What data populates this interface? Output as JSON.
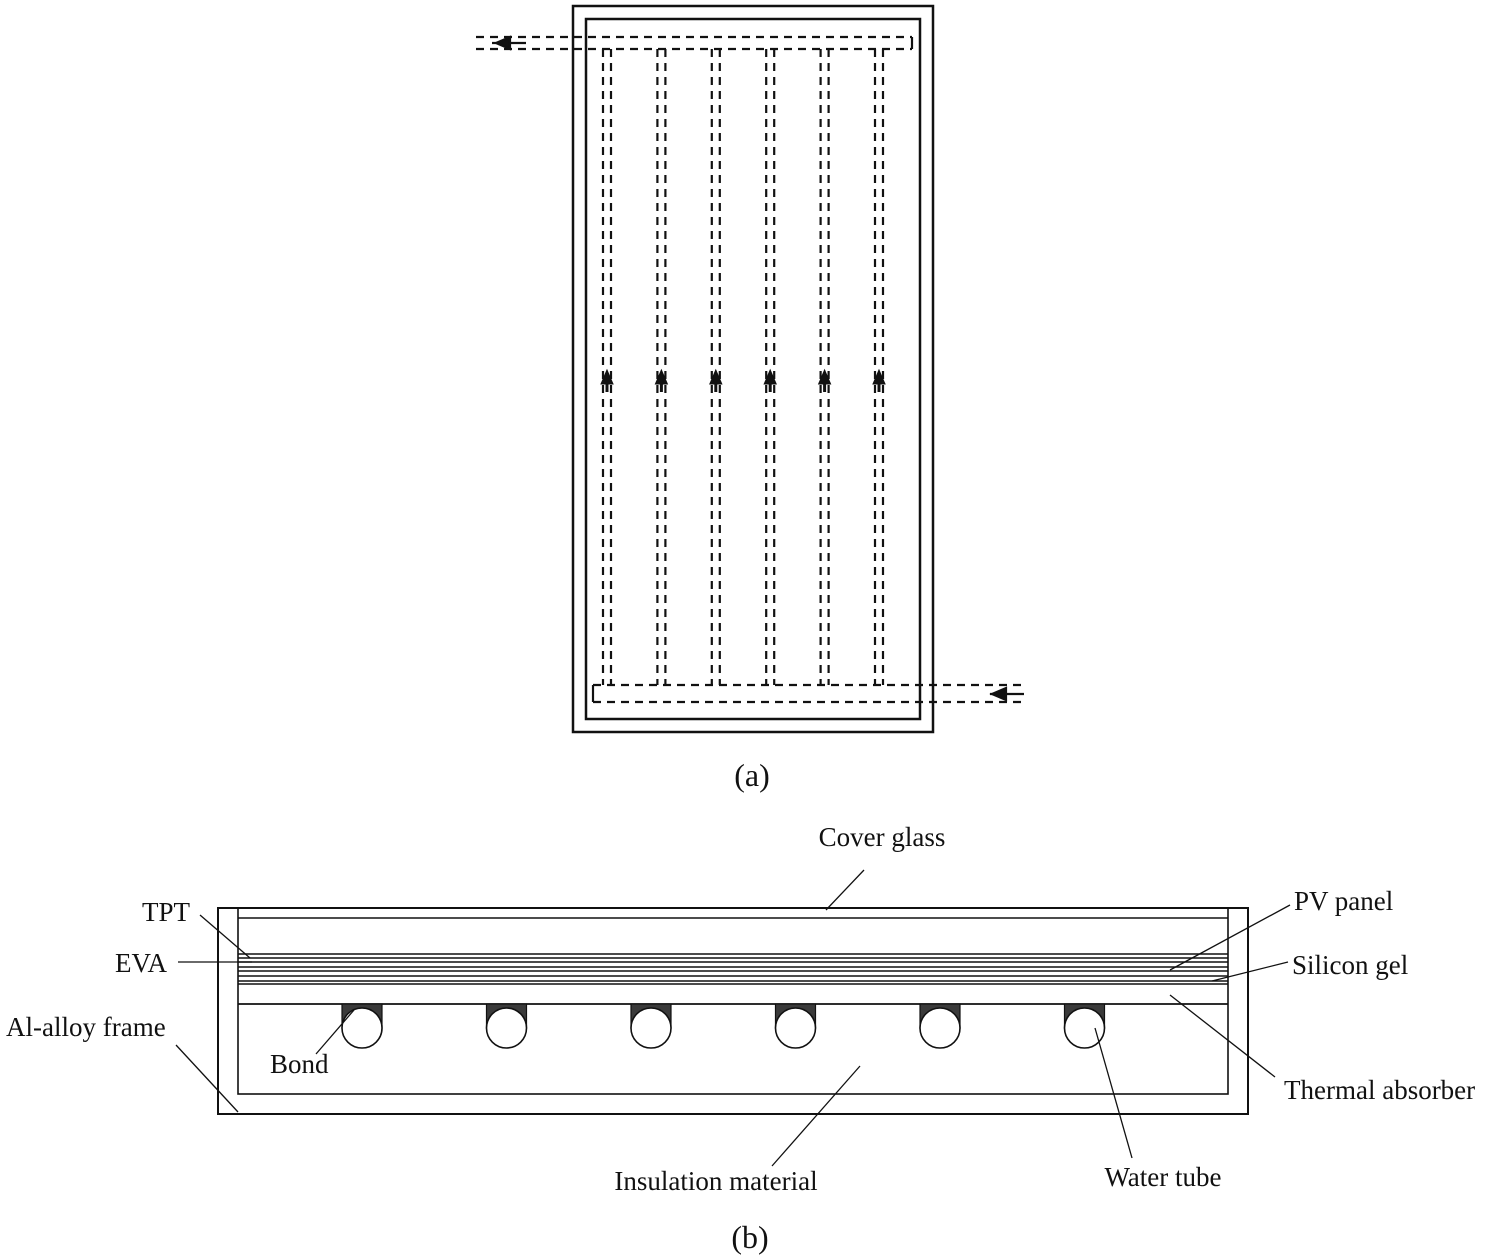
{
  "figure_a": {
    "caption": "(a)",
    "flow_direction": "serpentine riser flow, inlet bottom-right, outlet top-left",
    "riser_count": 6
  },
  "figure_b": {
    "caption": "(b)",
    "labels": {
      "cover_glass": "Cover glass",
      "tpt": "TPT",
      "eva": "EVA",
      "al_alloy_frame": "Al-alloy frame",
      "bond": "Bond",
      "pv_panel": "PV panel",
      "silicon_gel": "Silicon gel",
      "thermal_absorber": "Thermal absorber",
      "insulation_material": "Insulation material",
      "water_tube": "Water tube"
    },
    "tube_count": 6
  },
  "colors": {
    "line": "#111111",
    "background": "#ffffff",
    "bond_shade": "#3a3a3a"
  }
}
